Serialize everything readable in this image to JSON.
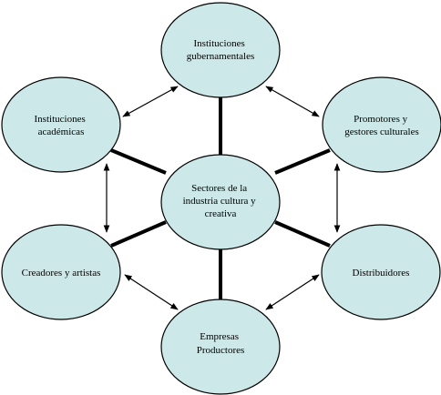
{
  "colors": {
    "node_fill": "#cde8e8",
    "node_stroke": "#000000",
    "line": "#000000",
    "background": "#ffffff"
  },
  "nodes": {
    "center": {
      "lines": [
        "Sectores de la",
        "industria cultura y",
        "creativa"
      ]
    },
    "gob": {
      "lines": [
        "Instituciones",
        "gubernamentales"
      ]
    },
    "prom": {
      "lines": [
        "Promotores y",
        "gestores culturales"
      ]
    },
    "dist": {
      "lines": [
        "Distribuidores"
      ]
    },
    "emp": {
      "lines": [
        "Empresas",
        "Productores"
      ]
    },
    "crea": {
      "lines": [
        "Creadores y artistas"
      ]
    },
    "acad": {
      "lines": [
        "Instituciones",
        "académicas"
      ]
    }
  }
}
